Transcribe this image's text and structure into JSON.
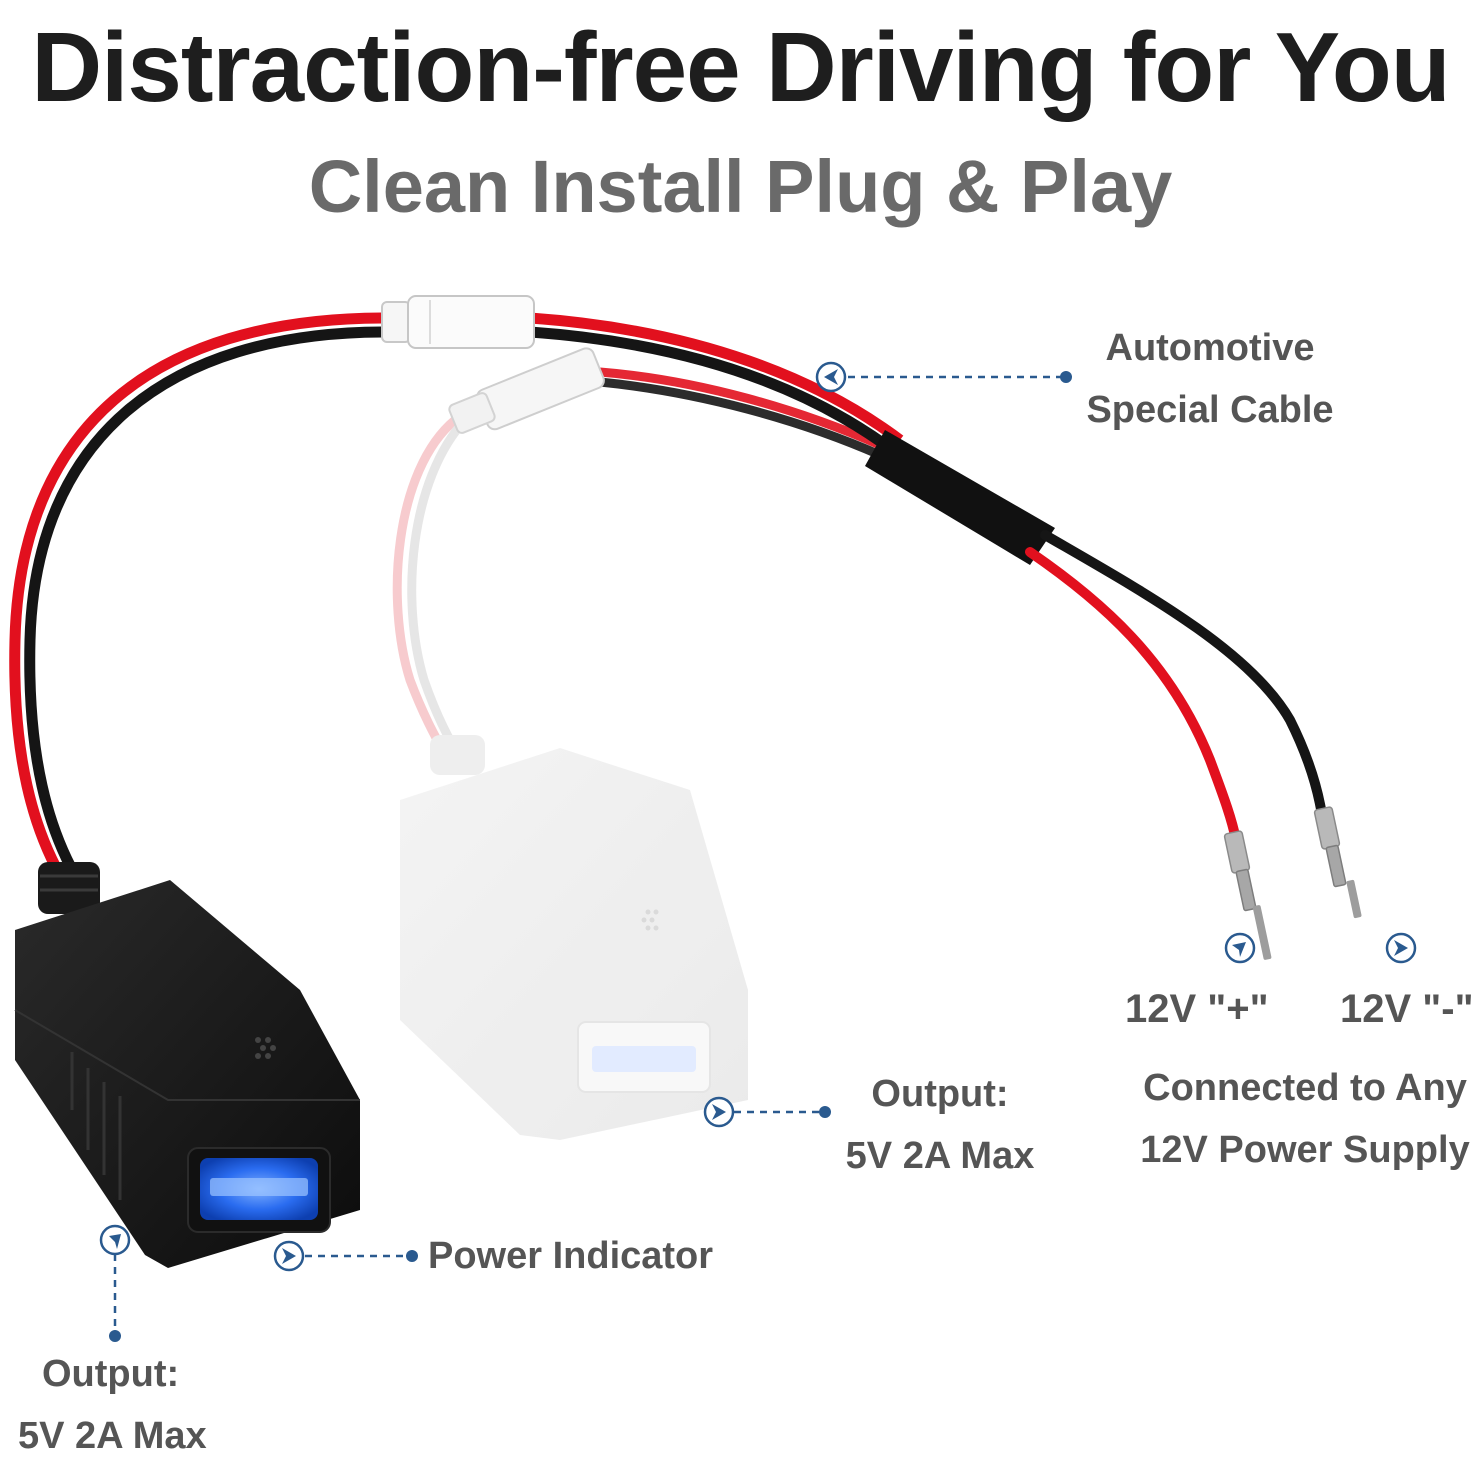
{
  "headline": "Distraction-free Driving for You",
  "subheadline": "Clean Install Plug & Play",
  "callouts": {
    "automotive_cable": [
      "Automotive",
      "Special Cable"
    ],
    "positive_terminal": "12V \"+\"",
    "negative_terminal": "12V \"-\"",
    "connected_to": [
      "Connected to Any",
      "12V Power Supply"
    ],
    "output_right": [
      "Output:",
      "5V 2A Max"
    ],
    "power_indicator": "Power Indicator",
    "output_left": [
      "Output:",
      "5V 2A Max"
    ]
  },
  "colors": {
    "headline": "#1e1e1e",
    "subheadline": "#6a6a6a",
    "label_text": "#555555",
    "callout_accent": "#2a5a8f",
    "wire_red": "#e2101e",
    "wire_black": "#151515",
    "usb_led": "#1e66e6"
  },
  "icons": [
    "callout-marker-icon"
  ]
}
